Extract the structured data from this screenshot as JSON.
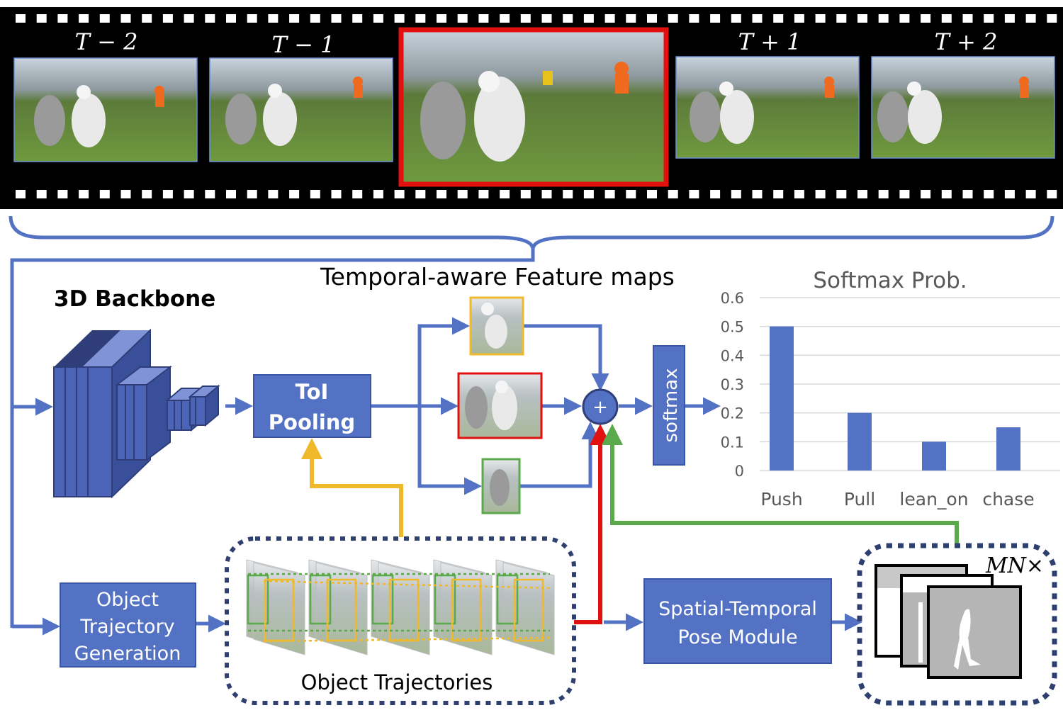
{
  "filmstrip": {
    "frame_labels": [
      "T − 2",
      "T − 1",
      "T + 1",
      "T + 2"
    ]
  },
  "labels": {
    "backbone": "3D Backbone",
    "feature_maps": "Temporal-aware Feature maps",
    "toi_line1": "ToI",
    "toi_line2": "Pooling",
    "softmax": "softmax",
    "otg_line1": "Object",
    "otg_line2": "Trajectory",
    "otg_line3": "Generation",
    "trajectories": "Object Trajectories",
    "stpm_line1": "Spatial-Temporal",
    "stpm_line2": "Pose Module",
    "mn_times": "MN×",
    "plus": "+"
  },
  "colors": {
    "blue": "#5472c4",
    "dark_blue": "#2f3e78",
    "red": "#e0110f",
    "green": "#5aa94b",
    "yellow": "#f0b92b",
    "dotted_border": "#2f3f6f"
  },
  "chart_data": {
    "type": "bar",
    "title": "Softmax Prob.",
    "categories": [
      "Push",
      "Pull",
      "lean_on",
      "chase"
    ],
    "values": [
      0.5,
      0.2,
      0.1,
      0.15
    ],
    "yticks": [
      "0",
      "0.1",
      "0.2",
      "0.3",
      "0.4",
      "0.5",
      "0.6"
    ],
    "ylim": [
      0,
      0.6
    ],
    "grid": true,
    "color": "#5472c4"
  }
}
